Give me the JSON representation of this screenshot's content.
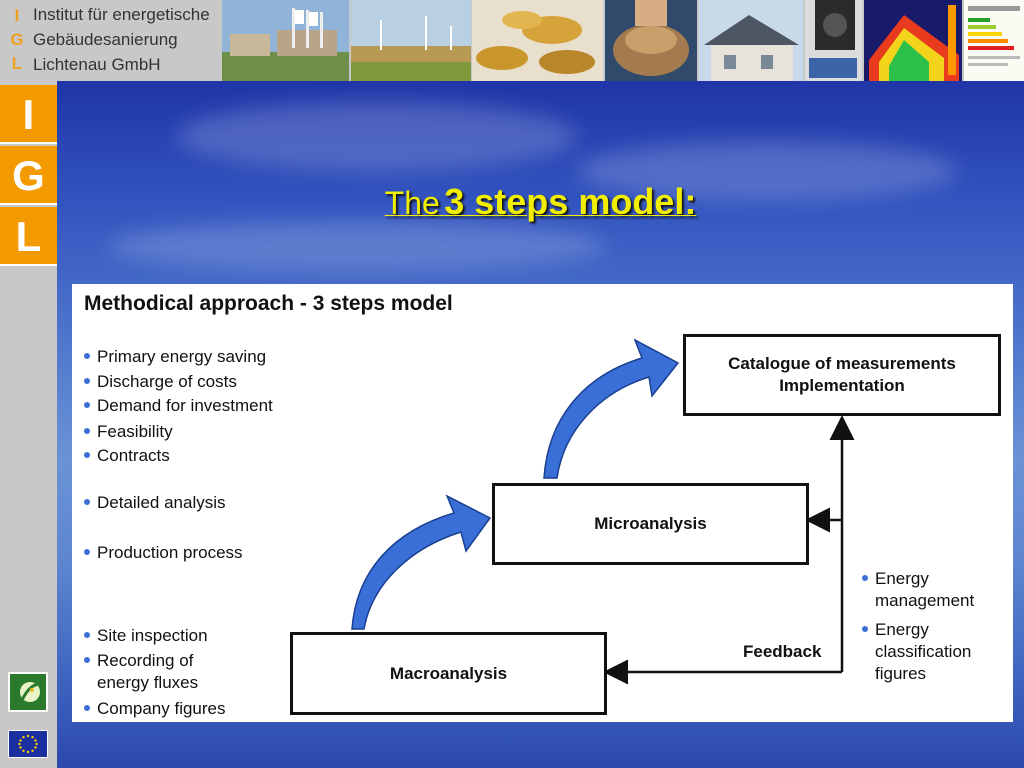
{
  "header": {
    "org_letters": [
      "I",
      "G",
      "L"
    ],
    "org_lines": [
      "Institut für energetische",
      "Gebäudesanierung",
      "Lichtenau GmbH"
    ]
  },
  "sidebar": {
    "letters": [
      "I",
      "G",
      "L"
    ]
  },
  "slide": {
    "title_prefix": "The",
    "title_main": "3 steps model:"
  },
  "diagram": {
    "heading": "Methodical approach - 3 steps model",
    "left_items_top": [
      "Primary energy saving",
      "Discharge of costs",
      "Demand for investment",
      "Feasibility",
      "Contracts"
    ],
    "left_items_mid": [
      "Detailed analysis",
      "Production process"
    ],
    "left_items_bottom": [
      {
        "line1": "Site inspection",
        "line2": ""
      },
      {
        "line1": "Recording of",
        "line2": "energy fluxes"
      },
      {
        "line1": "Company figures",
        "line2": ""
      }
    ],
    "box_catalogue": {
      "line1": "Catalogue of measurements",
      "line2": "Implementation"
    },
    "box_micro": "Microanalysis",
    "box_macro": "Macroanalysis",
    "feedback_label": "Feedback",
    "right_items": [
      {
        "line1": "Energy",
        "line2": "management",
        "line3": ""
      },
      {
        "line1": "Energy",
        "line2": "classification",
        "line3": "figures"
      }
    ],
    "colors": {
      "arrow_blue": "#3a6fd8",
      "bullet": "#3b6fd6",
      "title_yellow": "#f2ee00",
      "logo_orange": "#f39a00"
    }
  }
}
